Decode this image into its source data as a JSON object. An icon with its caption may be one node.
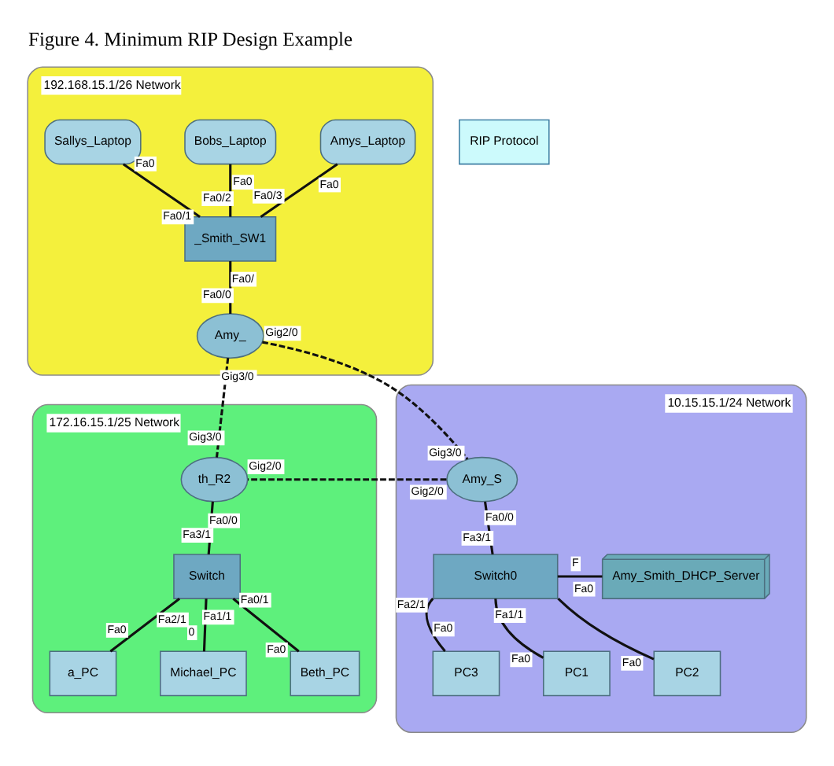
{
  "diagram": {
    "title": "Figure 4. Minimum RIP Design Example",
    "nodes": [
      {
        "text": [
          "192.168.15.1/26 Network"
        ]
      },
      {
        "text": [
          "Amys_Laptop"
        ],
        "in": 0,
        "beside": [
          "Fa0"
        ]
      },
      {
        "text": [
          "Bobs_Laptop"
        ],
        "in": 0,
        "beside": [
          "Fa0"
        ]
      },
      {
        "text": [
          "Sallys_Laptop"
        ],
        "in": 0,
        "beside": [
          "Fa0"
        ]
      },
      {
        "text": [
          "_Smith_SW1"
        ],
        "in": 0,
        "beside": [
          "Fa0/3",
          "Fa0/2",
          "Fa0/1",
          "Fa0/"
        ]
      },
      {
        "text": [
          "Amy_"
        ],
        "in": 0,
        "beside": [
          "Fa0/0",
          "Gig3/0",
          "Gig2/0"
        ]
      },
      {
        "text": [
          "172.16.15.1/25 Network"
        ]
      },
      {
        "text": [
          "th_R2"
        ],
        "in": 6,
        "beside": [
          "Gig3/0",
          "Fa0/0",
          "Gig2/0"
        ]
      },
      {
        "text": [
          "Switch"
        ],
        "in": 6,
        "beside": [
          "Fa3/1",
          "Fa2/1",
          "Fa1/1",
          "Fa0/1"
        ]
      },
      {
        "text": [
          "a_PC"
        ],
        "in": 6,
        "beside": [
          "Fa0"
        ]
      },
      {
        "text": [
          "Michael_PC"
        ],
        "in": 6,
        "beside": [
          "0"
        ]
      },
      {
        "text": [
          "Beth_PC"
        ],
        "in": 6,
        "beside": [
          "Fa0"
        ]
      },
      {
        "text": [
          "10.15.15.1/24 Network"
        ]
      },
      {
        "text": [
          "Amy_S"
        ],
        "in": 12,
        "beside": [
          "Gig3/0",
          "Gig2/0",
          "Fa0/0"
        ]
      },
      {
        "text": [
          "Switch0"
        ],
        "in": 12,
        "beside": [
          "Fa3/1",
          "F",
          "Fa2/1",
          "Fa1/1"
        ]
      },
      {
        "text": [
          "Amy_Smith_DHCP_Server"
        ],
        "in": 12,
        "beside": [
          "Fa0"
        ]
      },
      {
        "text": [
          "PC3"
        ],
        "in": 12,
        "beside": [
          "Fa0"
        ]
      },
      {
        "text": [
          "PC1"
        ],
        "in": 12,
        "beside": [
          "Fa0"
        ]
      },
      {
        "text": [
          "PC2"
        ],
        "in": 12,
        "beside": [
          "Fa0"
        ]
      },
      {
        "text": [
          "RIP Protocol"
        ]
      }
    ],
    "edges": [
      {
        "from": 1,
        "to": 4,
        "arrow": "none"
      },
      {
        "from": 2,
        "to": 4,
        "arrow": "none"
      },
      {
        "from": 3,
        "to": 4,
        "arrow": "none"
      },
      {
        "from": 4,
        "to": 5,
        "arrow": "none"
      },
      {
        "from": 5,
        "to": 7,
        "arrow": "none",
        "style": "dashed"
      },
      {
        "from": 5,
        "to": 13,
        "arrow": "none",
        "style": "dashed"
      },
      {
        "from": 13,
        "to": 7,
        "arrow": "none",
        "style": "dashed"
      },
      {
        "from": 7,
        "to": 8,
        "arrow": "none"
      },
      {
        "from": 8,
        "to": 9,
        "arrow": "none"
      },
      {
        "from": 8,
        "to": 10,
        "arrow": "none"
      },
      {
        "from": 8,
        "to": 11,
        "arrow": "none"
      },
      {
        "from": 13,
        "to": 14,
        "arrow": "none"
      },
      {
        "from": 14,
        "to": 15,
        "arrow": "none"
      },
      {
        "from": 14,
        "to": 16,
        "arrow": "none"
      },
      {
        "from": 14,
        "to": 17,
        "arrow": "none"
      },
      {
        "from": 14,
        "to": 18,
        "arrow": "none"
      }
    ]
  }
}
